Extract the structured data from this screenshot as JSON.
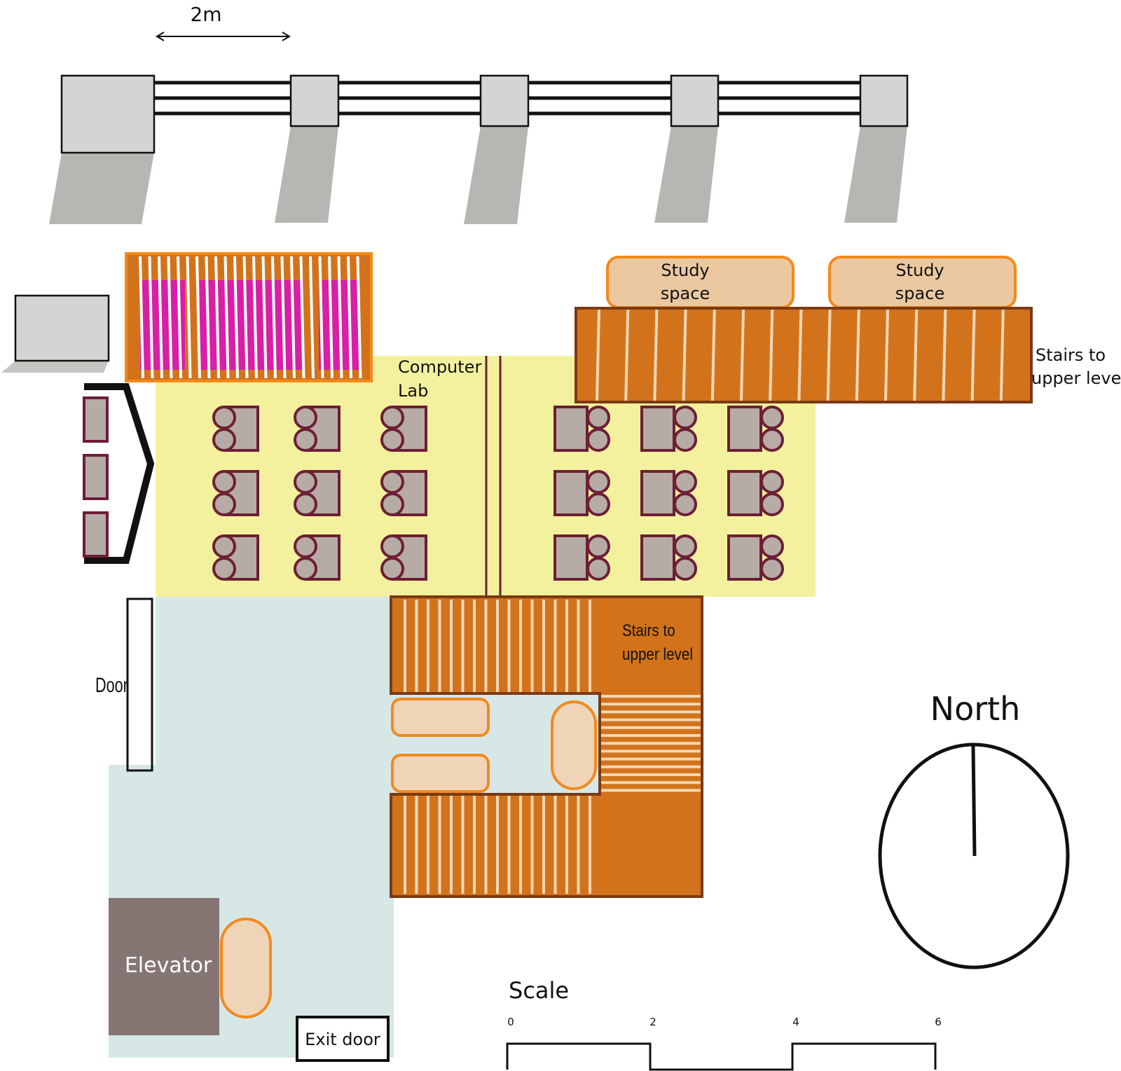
{
  "top_scale": {
    "label": "2m"
  },
  "computer_lab": {
    "label_line1": "Computer",
    "label_line2": "Lab"
  },
  "study_spaces": [
    {
      "line1": "Study",
      "line2": "space"
    },
    {
      "line1": "Study",
      "line2": "space"
    }
  ],
  "stairs_east": {
    "line1": "Stairs to",
    "line2": "upper level"
  },
  "stairs_center": {
    "line1": "Stairs to",
    "line2": "upper level"
  },
  "door": {
    "label": "Door"
  },
  "elevator": {
    "label": "Elevator"
  },
  "exit_door": {
    "label": "Exit door"
  },
  "compass": {
    "label": "North"
  },
  "scale_bar": {
    "title": "Scale",
    "ticks": [
      "0",
      "2",
      "4",
      "6"
    ]
  },
  "colors": {
    "lab_floor": "#f4f19e",
    "corridor_floor": "#d6e7e6",
    "stairs_fill": "#d2731b",
    "stairs_border": "#7a3a12",
    "study_fill": "#ebc8a0",
    "bench_fill": "#f0d4b8",
    "orange_border": "#f28a1c",
    "furniture_fill": "#b6aca5",
    "furniture_border": "#6e1e35",
    "bookshelf_magenta": "#d81fa6",
    "elevator_fill": "#857573",
    "pillar_fill": "#d4d4d4",
    "shadow_fill": "#b8b6b2"
  }
}
